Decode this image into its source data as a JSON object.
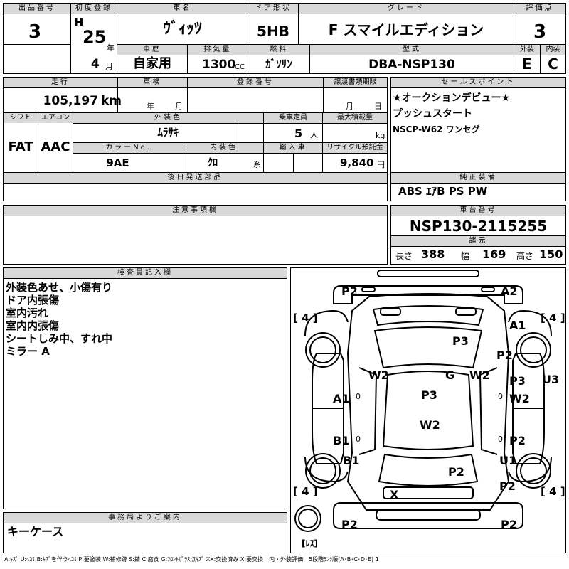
{
  "header": {
    "lot_label": "出品番号",
    "lot_value": "3",
    "first_reg_label": "初度登録",
    "era_letter": "H",
    "era_year": "25",
    "year_unit": "年",
    "reg_month": "4",
    "month_unit": "月",
    "car_name_label": "車名",
    "car_name": "ｳﾞｨｯﾂ",
    "door_label": "ドア形状",
    "door_value": "5HB",
    "grade_label": "グレード",
    "grade_value": "F スマイルエディション",
    "score_label": "評価点",
    "score_value": "3",
    "history_label": "車歴",
    "history_value": "自家用",
    "displacement_label": "排気量",
    "displacement_value": "1300",
    "displacement_unit": "CC",
    "fuel_label": "燃料",
    "fuel_value": "ｶﾞｿﾘﾝ",
    "model_label": "型式",
    "model_value": "DBA-NSP130",
    "exterior_label": "外装",
    "exterior_value": "E",
    "interior_label": "内装",
    "interior_value": "C"
  },
  "row2": {
    "mileage_label": "走行",
    "mileage_value": "105,197",
    "mileage_unit": "km",
    "inspection_label": "車検",
    "inspection_year_unit": "年",
    "inspection_month_unit": "月",
    "reg_no_label": "登録番号",
    "transfer_label": "譲渡書類期限",
    "transfer_month_unit": "月",
    "transfer_day_unit": "日",
    "shift_label": "シフト",
    "shift_value": "FAT",
    "ac_label": "エアコン",
    "ac_value": "AAC",
    "ext_color_label": "外装色",
    "ext_color_value": "ﾑﾗｻｷ",
    "capacity_label": "乗車定員",
    "capacity_value": "5",
    "capacity_unit": "人",
    "max_load_label": "最大積載量",
    "max_load_unit": "kg",
    "color_no_label": "カラーNo.",
    "color_no_value": "9AE",
    "int_color_label": "内装色",
    "int_color_value": "ｸﾛ",
    "int_color_unit": "系",
    "import_label": "輸入車",
    "recycle_label": "リサイクル預託金",
    "recycle_value": "9,840",
    "recycle_unit": "円",
    "later_parts_label": "後日発送部品"
  },
  "sales_point": {
    "label": "セールスポイント",
    "lines": [
      "★オークションデビュー★",
      "プッシュスタート",
      "NSCP-W62 ワンセグ"
    ]
  },
  "equipment": {
    "label": "純正装備",
    "value": "ABS ｴｱB PS PW"
  },
  "caution": {
    "label": "注意事項欄"
  },
  "chassis": {
    "label": "車台番号",
    "value": "NSP130-2115255"
  },
  "dimensions": {
    "label": "諸元",
    "length_label": "長さ",
    "length": "388",
    "width_label": "幅",
    "width": "169",
    "height_label": "高さ",
    "height": "150"
  },
  "inspector": {
    "label": "検査員記入欄",
    "lines": [
      "外装色あせ、小傷有り",
      "ドア内張傷",
      "室内汚れ",
      "室内内張傷",
      "シートしみ中、すれ中",
      "ミラー A"
    ]
  },
  "office": {
    "label": "事務局よりご案内",
    "value": "キーケース"
  },
  "diagram": {
    "tread_fl": "[ 4 ]",
    "tread_fr": "[ 4 ]",
    "tread_rl": "[ 4 ]",
    "tread_rr": "[ 4 ]",
    "spare_label": "[ﾚｽ]",
    "marks": {
      "front_bumper_left": "P2",
      "front_bumper_right": "A2",
      "front_fender_right": "A1",
      "front_fender_right_2": "P2",
      "hood": "P3",
      "windshield_glass": "G",
      "pillar_left": "W2",
      "pillar_right": "W2",
      "front_door_left": "A1",
      "front_door_right_1": "P3",
      "front_door_right_2": "W2",
      "front_right_outer": "U3",
      "roof": "P3",
      "roof_2": "W2",
      "rear_door_left": "B1",
      "rear_door_right": "P2",
      "rear_fender_left": "B1",
      "rear_fender_right": "U1",
      "trunk": "P2",
      "rear_quarter_right": "P2",
      "rear_glass": "X",
      "rear_bumper_left": "P2",
      "rear_bumper_right": "P2",
      "mirror_left": "0",
      "mirror_left_2": "0",
      "mirror_right": "0",
      "mirror_right_2": "0"
    }
  },
  "legend": "A:ｷｽﾞ U:ﾍｺﾐ B:ｷｽﾞを伴うﾍｺﾐ P:要塗装 W:補修跡 S:錆 C:腐食 G:ﾌﾛﾝﾄｶﾞﾗｽ点ｷｽﾞ XX:交換済み X:要交換　内・外装評価　5段階ﾗﾝｸ順(A･B･C･D･E) 1"
}
